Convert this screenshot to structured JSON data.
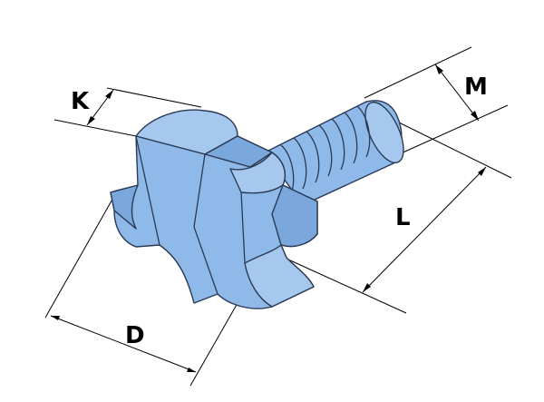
{
  "labels": {
    "K": "K",
    "M": "M",
    "L": "L",
    "D": "D"
  },
  "colors": {
    "part_fill": "#8fb9e9",
    "part_outline": "#2a3a55",
    "dimension_lines": "#000000",
    "background": "#ffffff"
  }
}
